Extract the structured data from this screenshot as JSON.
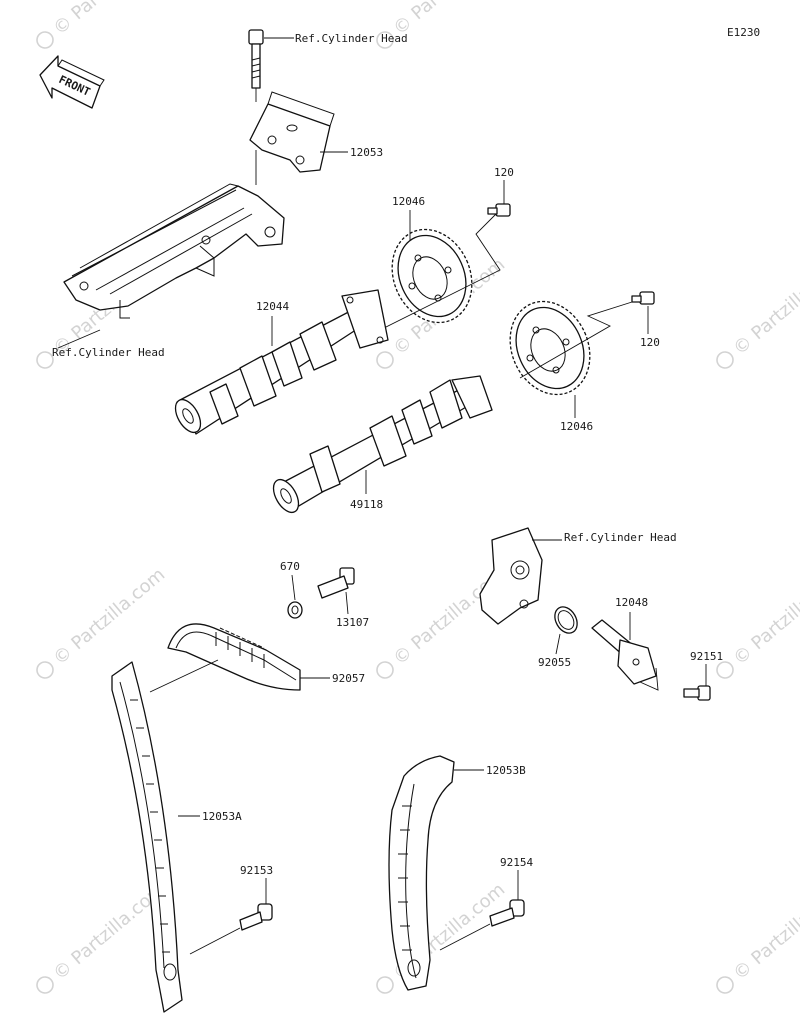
{
  "diagram": {
    "code": "E1230",
    "front_label": "FRONT",
    "watermark": "© Partzilla.com",
    "labels": {
      "ref_head_top": "Ref.Cylinder Head",
      "ref_head_left": "Ref.Cylinder Head",
      "ref_head_right": "Ref.Cylinder Head",
      "p12053": "12053",
      "p120_top": "120",
      "p12046_top": "12046",
      "p12044": "12044",
      "p120_right": "120",
      "p12046_right": "12046",
      "p49118": "49118",
      "p670": "670",
      "p13107": "13107",
      "p92057": "92057",
      "p12048": "12048",
      "p92055": "92055",
      "p92151": "92151",
      "p12053A": "12053A",
      "p12053B": "12053B",
      "p92153": "92153",
      "p92154": "92154"
    }
  }
}
